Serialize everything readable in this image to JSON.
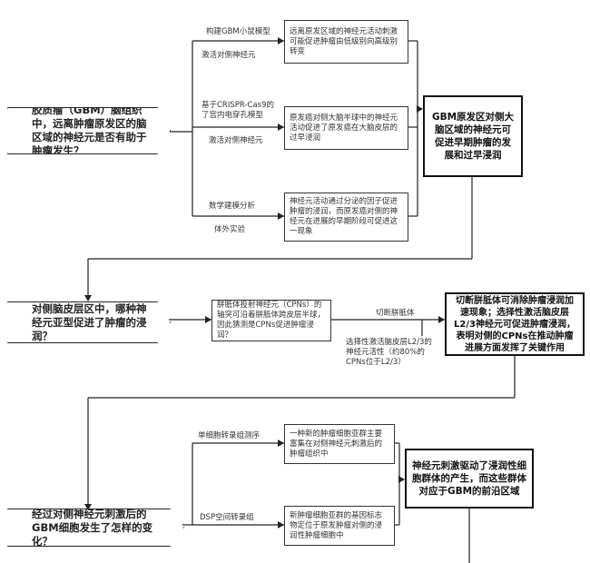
{
  "section1": {
    "question": "胶质瘤（GBM）脑组织中，远离肿瘤原发区的脑区域的神经元是否有助于肿瘤发生？",
    "methods": [
      {
        "label": "构建GBM小鼠模型"
      },
      {
        "label": "激活对侧神经元"
      },
      {
        "label": "基于CRISPR-Cas9的了宫内电穿孔模型"
      },
      {
        "label": "激活对侧神经元"
      },
      {
        "label": "数学建模分析"
      },
      {
        "label": "体外实验"
      }
    ],
    "findings": [
      "远离原发区域的神经元活动刺激可能促进肿瘤由低级别向高级别转变",
      "原发癌对侧大脑半球中的神经元活动促进了原发癌在大脑皮层的过早浸润",
      "神经元活动通过分泌的因子促进肿瘤的浸润，而原发癌对侧的神经元在进展的早期阶段可促进这一现象"
    ],
    "conclusion": "GBM原发区对侧大脑区域的神经元可促进早期肿瘤的发展和过早浸润"
  },
  "section2": {
    "question": "对侧脑皮层区中，哪种神经元亚型促进了肿瘤的浸润？",
    "finding": "胼胝体投射神经元（CPNs）的轴突可沿着胼胝体跨皮层半球，因此猜测是CPNs促进肿瘤浸润？",
    "method_top": "切断胼胝体",
    "method_bottom": "选择性激活脑皮层L2/3的神经元活性（约80%的CPNs位于L2/3）",
    "conclusion": "切断胼胝体可消除肿瘤浸润加速现象；选择性激活脑皮层L2/3神经元可促进肿瘤浸润，表明对侧的CPNs在推动肿瘤进展方面发挥了关键作用"
  },
  "section3": {
    "question": "经过对侧神经元刺激后的GBM细胞发生了怎样的变化？",
    "method_top": "单细胞转录组测序",
    "method_bottom": "DSP空间转录组",
    "finding_top": "一种新的肿瘤细胞亚群主要富集在对侧神经元刺激后的肿瘤组织中",
    "finding_bottom": "新肿瘤细胞亚群的基因标志物定位于原发肿瘤对侧的浸润性肿瘤细胞中",
    "conclusion": "神经元刺激驱动了浸润性细胞群体的产生，而这些群体对应于GBM的前沿区域"
  }
}
